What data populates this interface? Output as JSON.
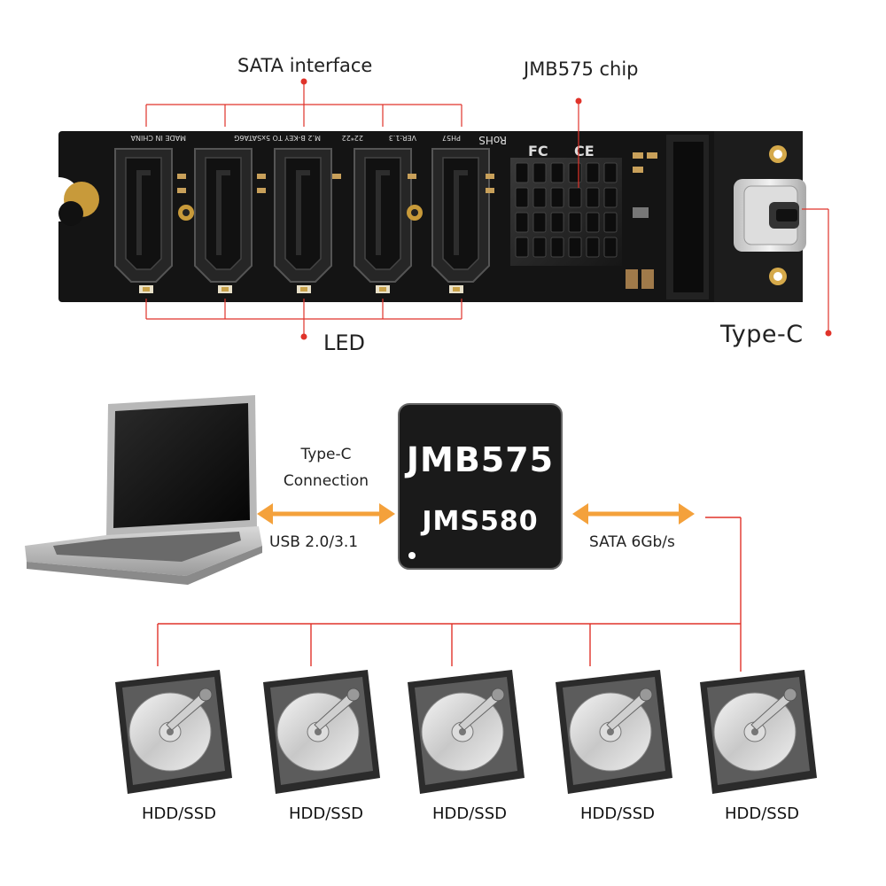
{
  "board": {
    "label_sata_interface": "SATA interface",
    "label_chip": "JMB575 chip",
    "label_led": "LED",
    "label_typec": "Type-C",
    "silkscreen": [
      "MADE IN CHINA",
      "M.2 B-KEY TO 5xSATA6G",
      "22*22",
      "VER:1.3",
      "PH57",
      "RoHS",
      "FC",
      "CE"
    ]
  },
  "diagram": {
    "connection_line1": "Type-C",
    "connection_line2": "Connection",
    "usb_label": "USB 2.0/3.1",
    "chip_line1": "JMB575",
    "chip_line2": "JMS580",
    "sata_speed": "SATA 6Gb/s",
    "drives": [
      "HDD/SSD",
      "HDD/SSD",
      "HDD/SSD",
      "HDD/SSD",
      "HDD/SSD"
    ]
  },
  "colors": {
    "callout_red": "#e0332a",
    "arrow_orange": "#f4a13b",
    "pcb_black": "#151515",
    "chip_black": "#1a1a1a"
  }
}
